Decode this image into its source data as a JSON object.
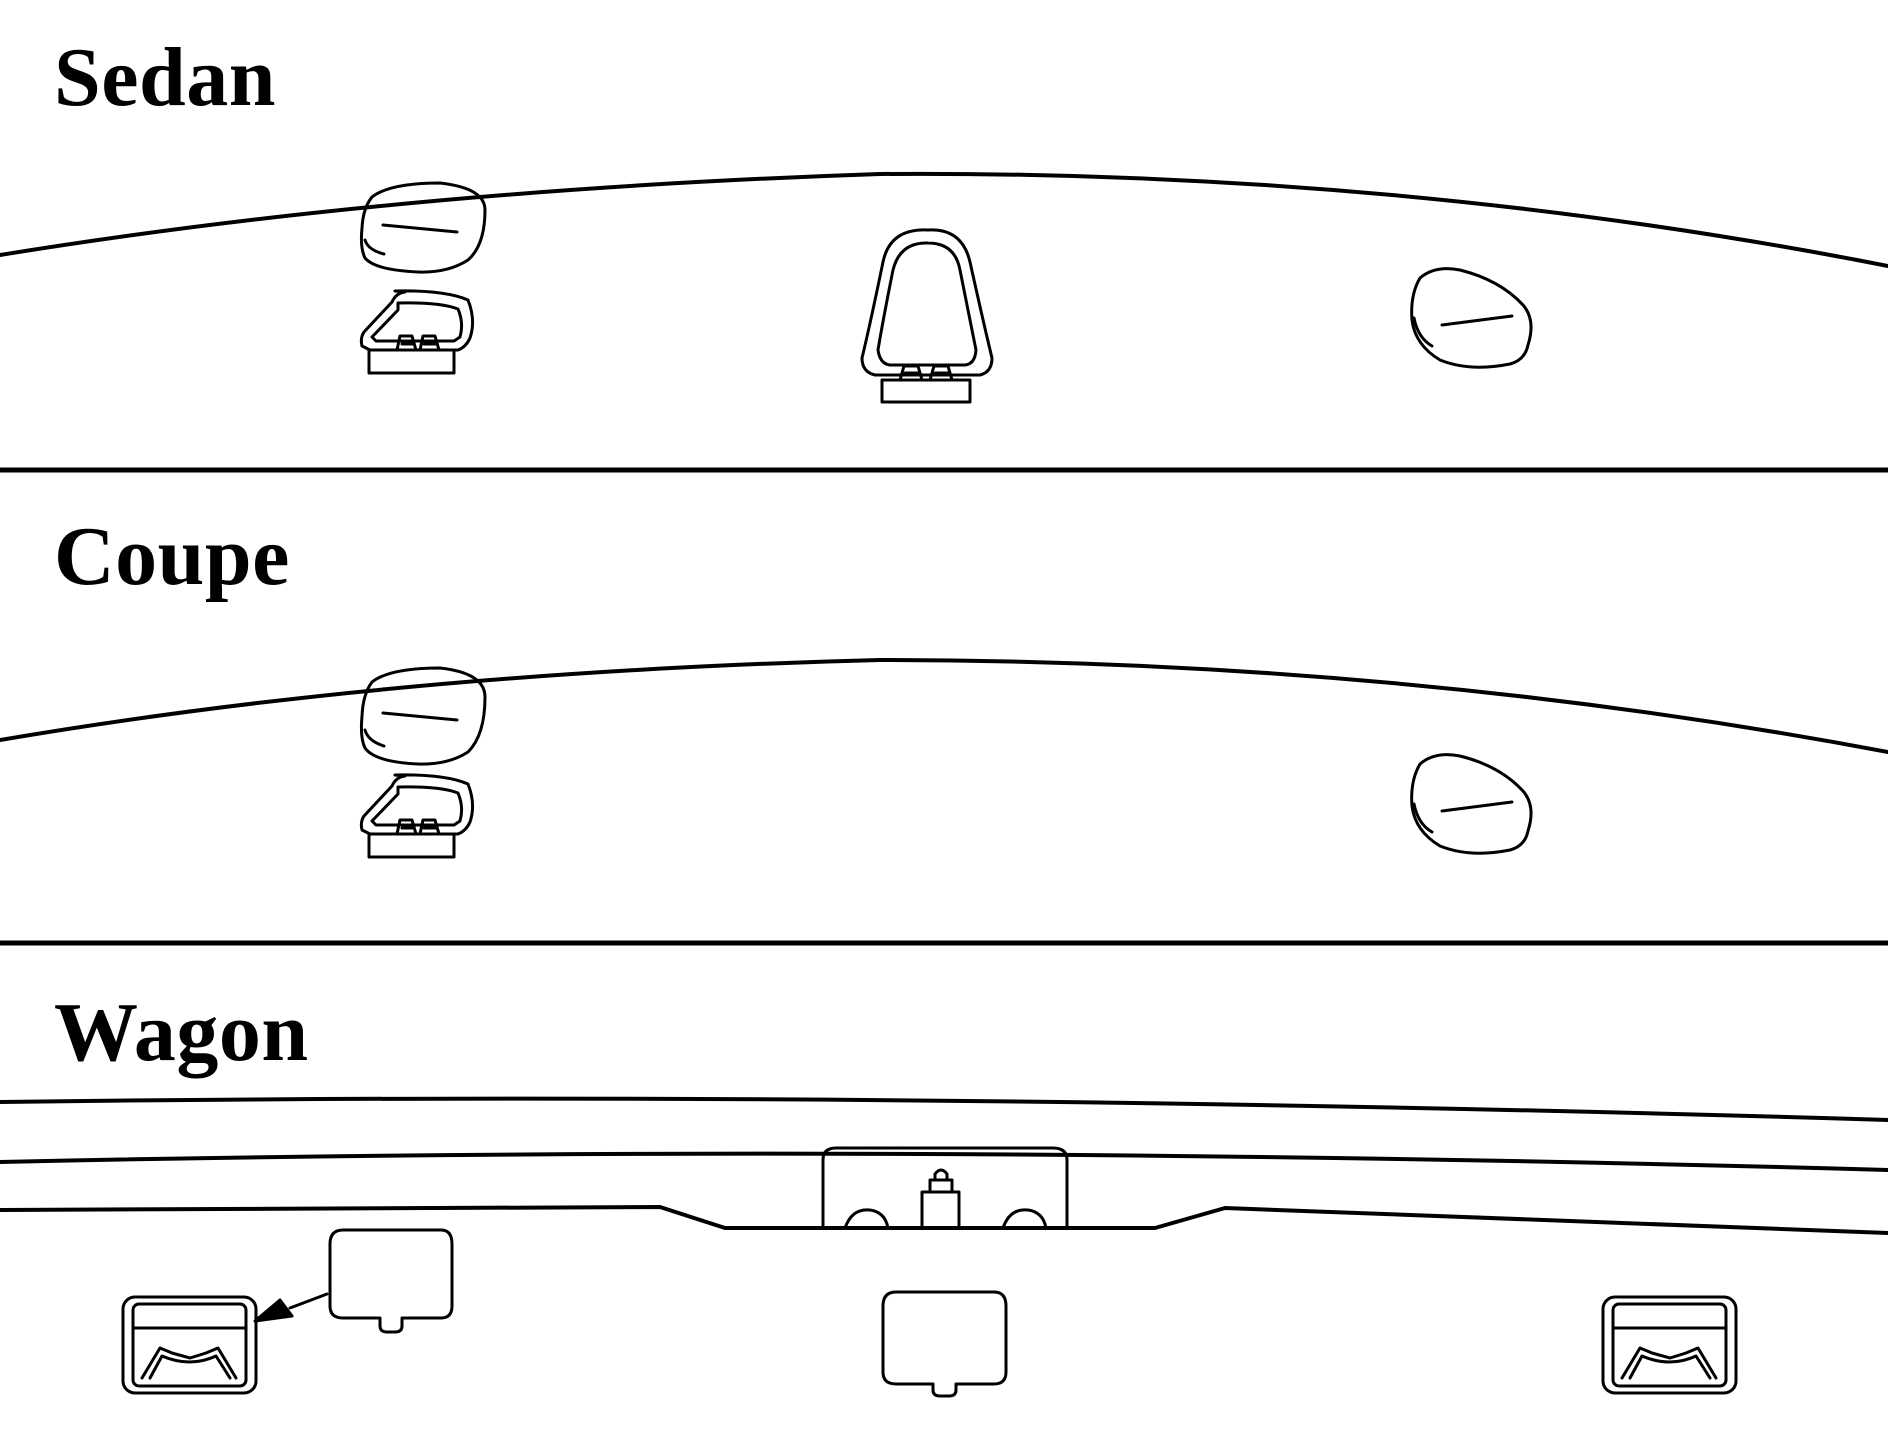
{
  "panels": [
    {
      "label": "Sedan"
    },
    {
      "label": "Coupe"
    },
    {
      "label": "Wagon"
    }
  ],
  "colors": {
    "line": "#000000",
    "background": "#ffffff"
  }
}
